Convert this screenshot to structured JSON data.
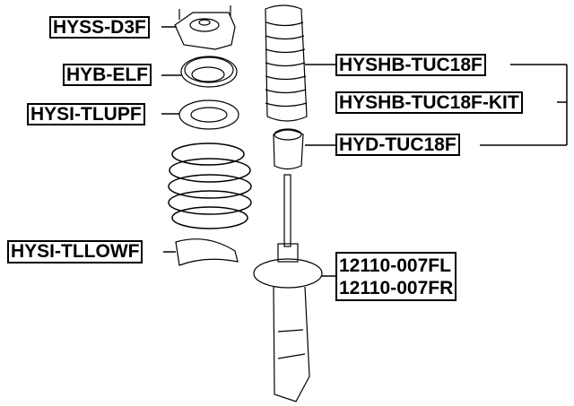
{
  "labels": {
    "top_mount": "HYSS-D3F",
    "bearing": "HYB-ELF",
    "upper_insulator": "HYSI-TLUPF",
    "lower_insulator": "HYSI-TLLOWF",
    "boot": "HYSHB-TUC18F",
    "boot_kit": "HYSHB-TUC18F-KIT",
    "bump_stop": "HYD-TUC18F",
    "strut_left": "12110-007FL",
    "strut_right": "12110-007FR"
  }
}
